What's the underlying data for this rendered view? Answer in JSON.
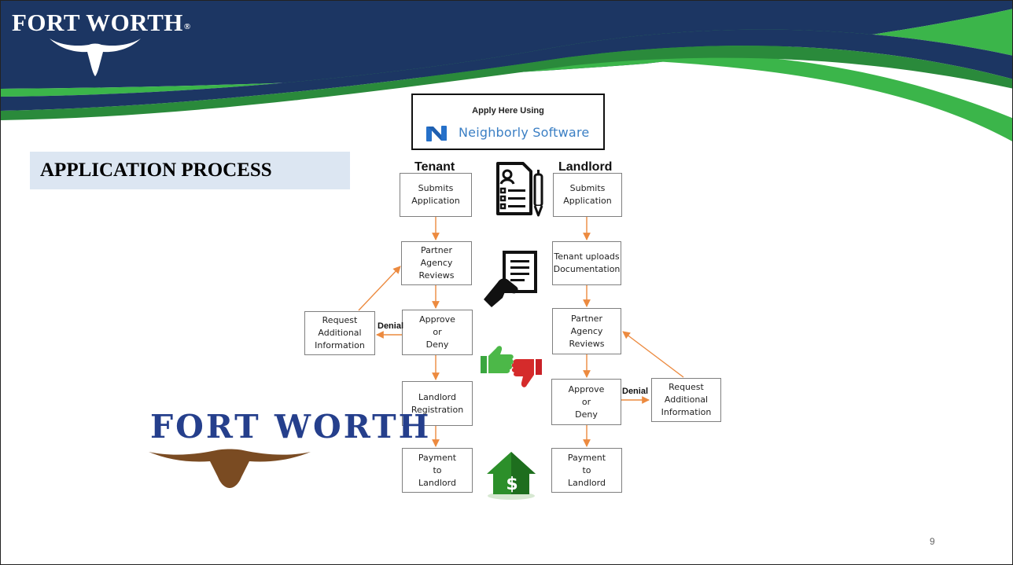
{
  "header": {
    "logo_text": "FORT WORTH",
    "logo_mark": "®",
    "logo_icon": "longhorn-icon"
  },
  "slide": {
    "title": "APPLICATION PROCESS",
    "page_number": "9"
  },
  "apply": {
    "caption": "Apply Here Using",
    "brand_name": "Neighborly Software",
    "brand_icon": "neighborly-n-icon"
  },
  "tenant": {
    "heading": "Tenant",
    "steps": {
      "submit": "Submits\nApplication",
      "review": "Partner\nAgency\nReviews",
      "decision": "Approve\nor\nDeny",
      "request": "Request\nAdditional\nInformation",
      "registration": "Landlord\nRegistration",
      "payment": "Payment\nto\nLandlord"
    },
    "denial_label": "Denial"
  },
  "landlord": {
    "heading": "Landlord",
    "steps": {
      "submit": "Submits\nApplication",
      "upload": "Tenant uploads\nDocumentation",
      "review": "Partner\nAgency\nReviews",
      "decision": "Approve\nor\nDeny",
      "request": "Request\nAdditional\nInformation",
      "payment": "Payment\nto\nLandlord"
    },
    "denial_label": "Denial"
  },
  "icons": [
    "application-form-icon",
    "hand-document-icon",
    "thumbs-up-down-icon",
    "house-dollar-icon"
  ],
  "footer_logo": {
    "text": "FORT WORTH",
    "icon": "longhorn-icon"
  },
  "colors": {
    "banner_navy": "#1c3663",
    "banner_green": "#3bb54a",
    "arrow_orange": "#ec8a3f",
    "title_bg": "#dce6f2",
    "logo_blue": "#253f8c",
    "longhorn_brown": "#7a4b22"
  }
}
